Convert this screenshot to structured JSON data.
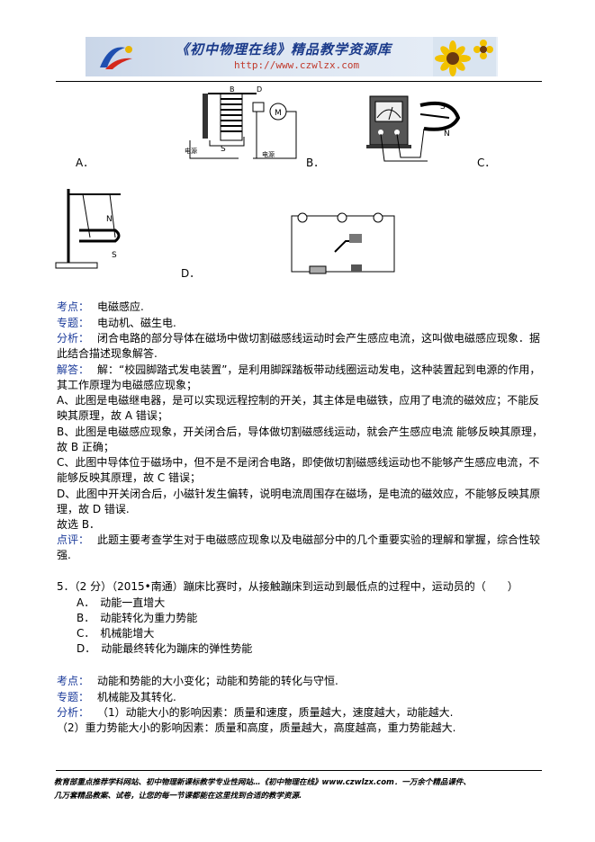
{
  "header": {
    "banner_title": "《初中物理在线》精品教学资源库",
    "banner_url": "http://www.czwlzx.com"
  },
  "figures": {
    "a_label": "A．",
    "b_label": "B．",
    "c_label": "C．",
    "d_label": "D．",
    "a_text": {
      "b": "B",
      "d": "D",
      "s": "S",
      "m": "M",
      "src1": "电源",
      "src2": "电源"
    },
    "c_text": {
      "s": "S",
      "n": "N"
    },
    "d_text": {
      "n": "N",
      "s": "S"
    }
  },
  "q4": {
    "kaodian_label": "考点：",
    "kaodian": "电磁感应.",
    "zhuanti_label": "专题：",
    "zhuanti": "电动机、磁生电.",
    "fenxi_label": "分析：",
    "fenxi_1": "闭合电路的部分导体在磁场中做切割磁感线运动时会产生感应电流，这叫做电磁感应现象．据",
    "fenxi_2": "此结合描述现象解答.",
    "jieda_label": "解答：",
    "jieda_1": "解：“校园脚踏式发电装置”，是利用脚踩踏板带动线圈运动发电，这种装置起到电源的作用，",
    "jieda_2": "其工作原理为电磁感应现象；",
    "a_1": "A、此图是电磁继电器，是可以实现远程控制的开关，其主体是电磁铁，应用了电流的磁效应；不能反",
    "a_2": "映其原理，故 A 错误；",
    "b_1": "B、此图是电磁感应现象，开关闭合后，导体做切割磁感线运动，就会产生感应电流 能够反映其原理，",
    "b_2": "故 B 正确；",
    "c_1": "C、此图中导体位于磁场中，但不是不是闭合电路，即使做切割磁感线运动也不能够产生感应电流，不",
    "c_2": "能够反映其原理，故 C 错误；",
    "d_1": "D、此图中开关闭合后，小磁针发生偏转，说明电流周围存在磁场，是电流的磁效应，不能够反映其原",
    "d_2": "理，故 D 错误.",
    "answer": "故选 B．",
    "dianping_label": "点评：",
    "dianping_1": "此题主要考查学生对于电磁感应现象以及电磁部分中的几个重要实验的理解和掌握，综合性较",
    "dianping_2": "强."
  },
  "q5": {
    "stem": "5．（2 分）（2015•南通）蹦床比赛时，从接触蹦床到运动到最低点的过程中，运动员的（　　）",
    "options": [
      "A．　动能一直增大",
      "B．　动能转化为重力势能",
      "C．　机械能增大",
      "D．　动能最终转化为蹦床的弹性势能"
    ],
    "kaodian_label": "考点：",
    "kaodian": "动能和势能的大小变化；动能和势能的转化与守恒.",
    "zhuanti_label": "专题：",
    "zhuanti": "机械能及其转化.",
    "fenxi_label": "分析：",
    "fenxi_1": "（1）动能大小的影响因素：质量和速度，质量越大，速度越大，动能越大.",
    "fenxi_2": "（2）重力势能大小的影响因素：质量和高度，质量越大，高度越高，重力势能越大."
  },
  "footer": {
    "line1": "教育部重点推荐学科网站、初中物理新课标教学专业性网站…《初中物理在线》www.czwlzx.com．一万余个精品课件、",
    "line2": "几万套精品教案、试卷，让您的每一节课都能在这里找到合适的教学资源."
  }
}
